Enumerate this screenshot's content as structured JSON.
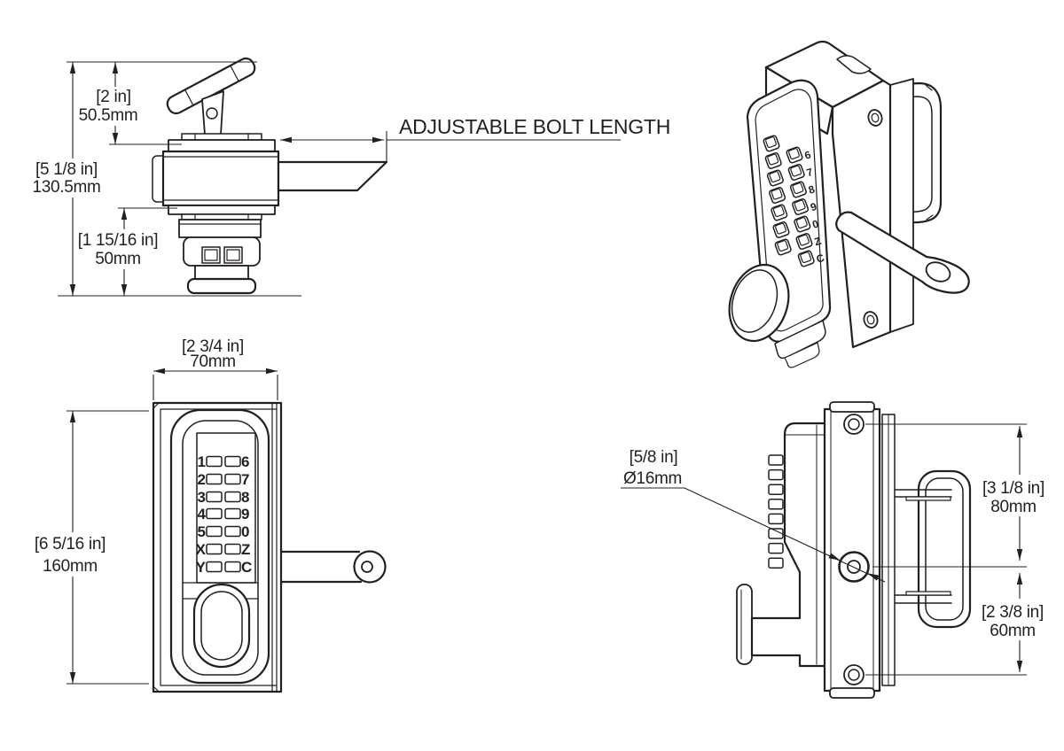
{
  "colors": {
    "line": "#231f20",
    "background": "#ffffff"
  },
  "top_view": {
    "dim_handle": {
      "in": "[2 in]",
      "mm": "50.5mm"
    },
    "dim_overall": {
      "in": "[5 1/8 in]",
      "mm": "130.5mm"
    },
    "dim_lower": {
      "in": "[1 15/16 in]",
      "mm": "50mm"
    },
    "bolt_callout": "ADJUSTABLE BOLT LENGTH"
  },
  "front_view": {
    "dim_width": {
      "in": "[2 3/4 in]",
      "mm": "70mm"
    },
    "dim_height": {
      "in": "[6 5/16 in]",
      "mm": "160mm"
    },
    "keypad_rows": [
      {
        "left": "1",
        "right": "6"
      },
      {
        "left": "2",
        "right": "7"
      },
      {
        "left": "3",
        "right": "8"
      },
      {
        "left": "4",
        "right": "9"
      },
      {
        "left": "5",
        "right": "0"
      },
      {
        "left": "X",
        "right": "Z"
      },
      {
        "left": "Y",
        "right": "C"
      }
    ]
  },
  "side_view": {
    "dim_hole": {
      "in": "[5/8 in]",
      "mm": "Ø16mm"
    },
    "dim_upper": {
      "in": "[3 1/8 in]",
      "mm": "80mm"
    },
    "dim_lower": {
      "in": "[2 3/8 in]",
      "mm": "60mm"
    }
  }
}
